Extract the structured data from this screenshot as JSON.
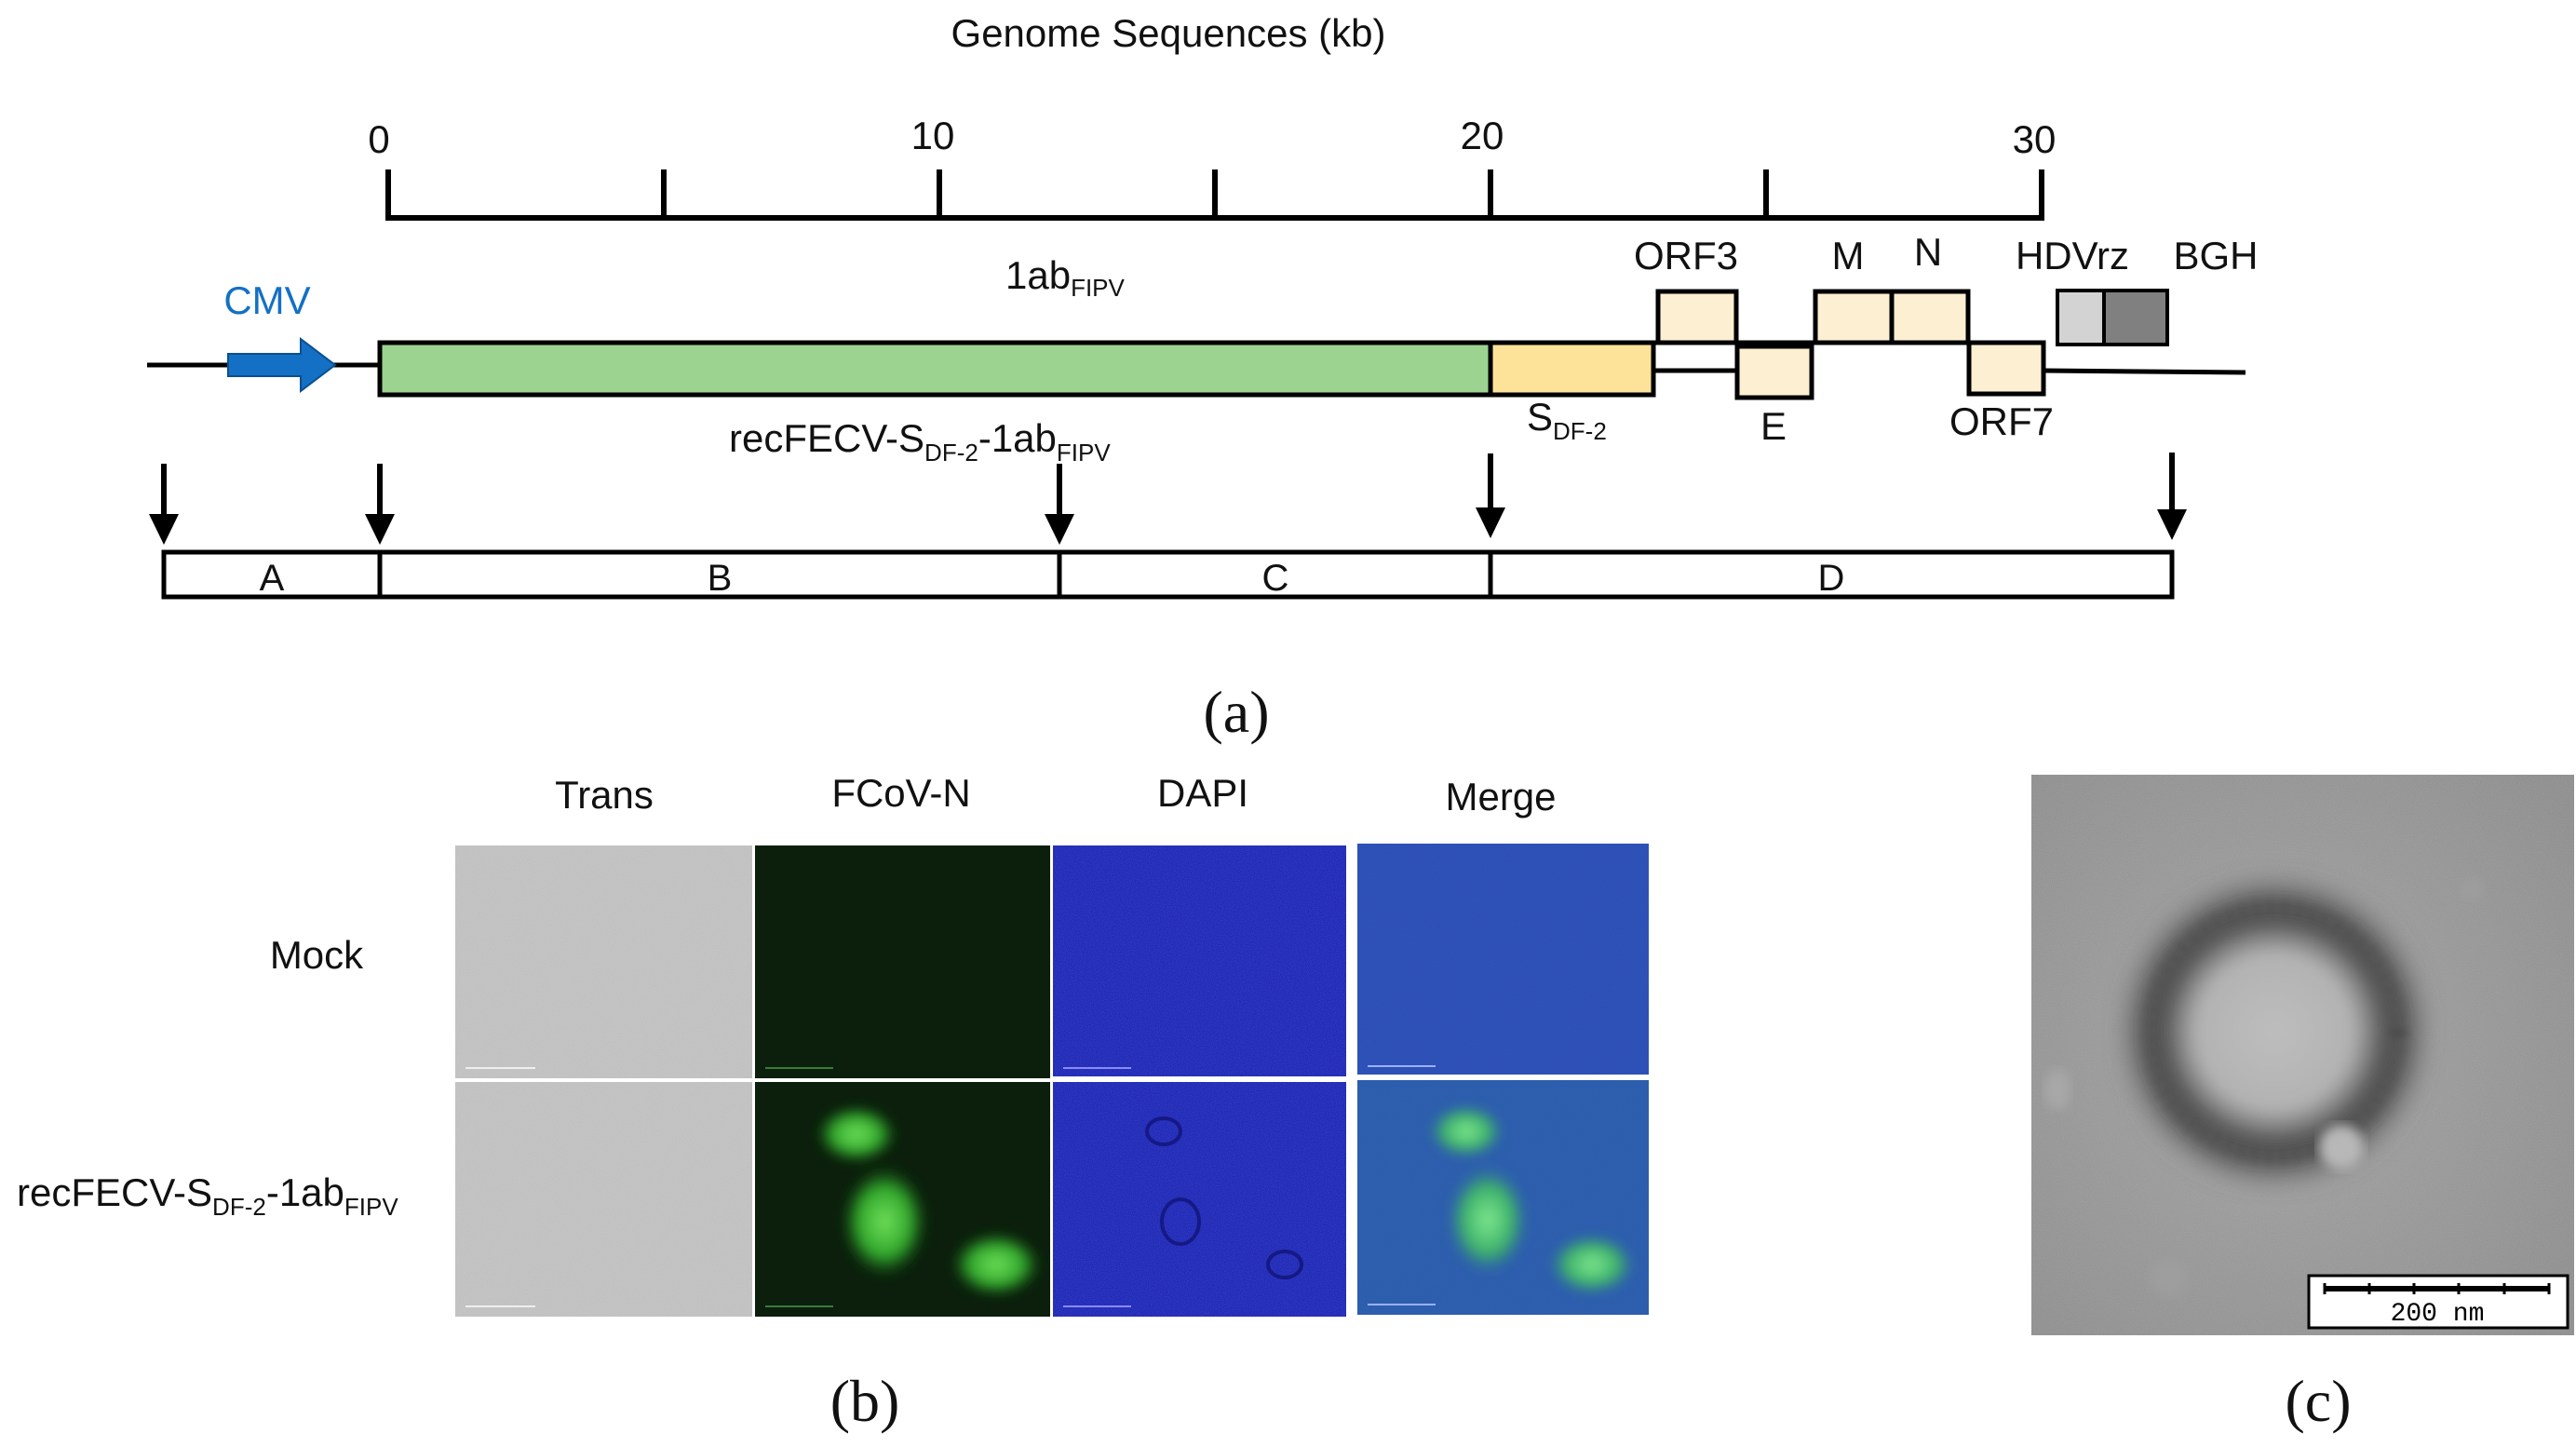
{
  "panel_a": {
    "scale_title": "Genome Sequences (kb)",
    "ticks": [
      "0",
      "10",
      "20",
      "30"
    ],
    "promoter": "CMV",
    "top_label_main": "1ab",
    "top_label_sub": "FIPV",
    "bottom_label_main1": "recFECV-S",
    "bottom_label_sub1": "DF-2",
    "bottom_label_main2": "-1ab",
    "bottom_label_sub2": "FIPV",
    "s_label_main": "S",
    "s_label_sub": "DF-2",
    "genes": {
      "orf3": "ORF3",
      "e": "E",
      "m": "M",
      "n": "N",
      "orf7": "ORF7",
      "hdvrz": "HDVrz",
      "bgh": "BGH"
    },
    "fragments": [
      "A",
      "B",
      "C",
      "D"
    ],
    "panel_letter": "(a)",
    "colors": {
      "green": "#9cd391",
      "orange": "#fde399",
      "pale": "#fdefd2",
      "light_gray": "#d3d3d3",
      "dark_gray": "#808080",
      "blue": "#1470c4"
    }
  },
  "panel_b": {
    "columns": [
      "Trans",
      "FCoV-N",
      "DAPI",
      "Merge"
    ],
    "row1_label": "Mock",
    "row2_label_main1": "recFECV-S",
    "row2_label_sub1": "DF-2",
    "row2_label_main2": "-1ab",
    "row2_label_sub2": "FIPV",
    "panel_letter": "(b)"
  },
  "panel_c": {
    "scale_label": "200 nm",
    "panel_letter": "(c)"
  }
}
